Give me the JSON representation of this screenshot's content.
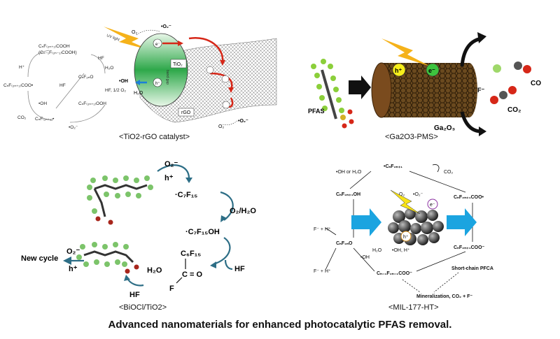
{
  "caption": "Advanced nanomaterials for enhanced photocatalytic PFAS removal.",
  "panels": {
    "tio2": {
      "label": "<TiO2-rGO catalyst>",
      "cycle": {
        "hplus": "H⁺",
        "cooh": "CₙF₍₂ₙ₊₁₎COOH",
        "cooh2": "(Cₙ₋₁F₍₂ₙ₋₁₎COOH)",
        "hf_top": "HF",
        "h2o": "H₂O",
        "coo": "CₙF₍₂ₙ₊₁₎COO•",
        "hf_mid": "HF",
        "cnf2no": "CₙF₂ₙO",
        "oh": "•OH",
        "hf_half": "HF, 1/2 O₂",
        "ooh": "CₙF₍₂ₙ₊₁₎OOH",
        "co2": "CO₂",
        "radical": "CₙF₍₂ₙ₊₁₎•",
        "o2minus": "•O₂⁻"
      },
      "uv": "UV light",
      "o2_top": "O₂",
      "o2radical_top": "•O₂⁻",
      "eminus": "e⁻",
      "hplus_hole": "h⁺",
      "gap": "band gap",
      "tio2_label": "TiO₂",
      "oh_left": "•OH",
      "h2o_left": "H₂O",
      "rgo": "rGO",
      "o2_bottom": "O₂",
      "o2radical_bottom": "•O₂⁻"
    },
    "ga2o3": {
      "label": "<Ga2O3-PMS>",
      "pfas": "PFAS",
      "hplus": "h⁺",
      "eminus": "e⁻",
      "fminus": "F⁻",
      "co": "CO",
      "co2": "CO₂",
      "rod": "Ga₂O₃"
    },
    "biocl": {
      "label": "<BiOCl/TiO2>",
      "o2minus_top": "O₂⁻",
      "hplus_top": "h⁺",
      "c7f15": "·C₇F₁₅",
      "o2h2o": "O₂/H₂O",
      "c7f15oh": "·C₇F₁₅OH",
      "hf_right": "HF",
      "c6f15": "C₆F₁₅",
      "co": "C = O",
      "f": "F",
      "h2o": "H₂O",
      "hf_bottom": "HF",
      "new_cycle": "New cycle",
      "o2minus_left": "O₂⁻",
      "hplus_left": "h⁺"
    },
    "mil": {
      "label": "<MIL-177-HT>",
      "top": "•CₙF₂ₙ₊₁",
      "oh_or_h2o": "•OH or H₂O",
      "co2": "CO₂",
      "left_oh": "CₙF₂ₙ₊₁OH",
      "right_coo": "CₙF₂ₙ₊₁COO•",
      "fh": "F⁻ + H⁺",
      "o2": "O₂",
      "o2rad": "•O₂⁻",
      "e": "e⁻",
      "h": "h⁺",
      "h2o": "H₂O",
      "ohh": "•OH, H⁺",
      "left_o": "CₙF₂ₙO",
      "oh_small": "•OH",
      "right_cooh": "CₙF₂ₙ₊₁COO⁻",
      "fh2": "F⁻ + H⁺",
      "short_chain": "Short-chain PFCA",
      "bottom_coo": "Cₙ₋₁F₂ₙ₋₁COO⁻",
      "mineral": "Mineralization, CO₂ + F⁻"
    }
  }
}
